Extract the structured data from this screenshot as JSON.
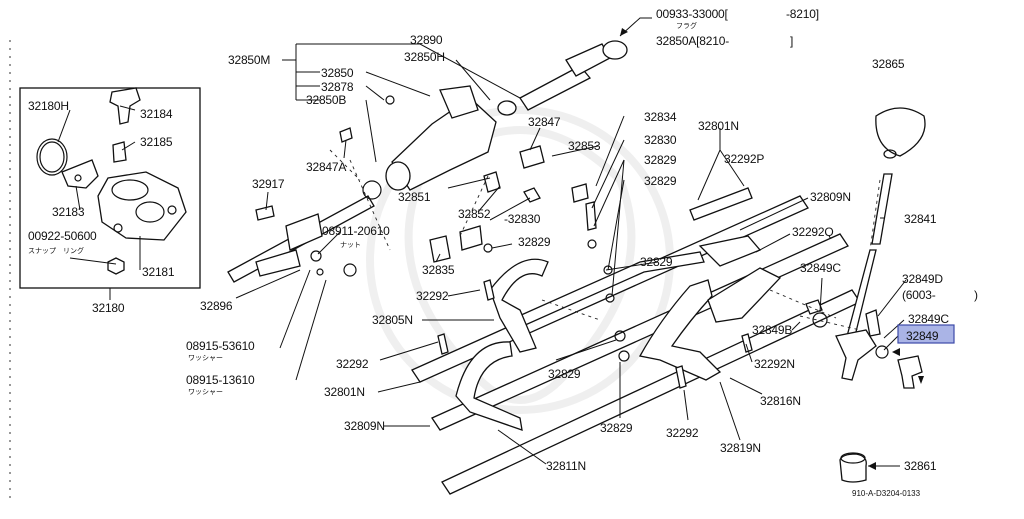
{
  "diagram": {
    "footer_code": "910-A-D3204-0133",
    "highlight_color": "#aab4e6",
    "labels": {
      "p00933": "00933-33000[",
      "p00933r": "-8210]",
      "p00933jp": "フラグ",
      "p32850A": "32850A[8210-",
      "p32850Ar": "]",
      "p32890": "32890",
      "p32850M": "32850M",
      "p32850H": "32850H",
      "p32850": "32850",
      "p32878": "32878",
      "p32850B": "32850B",
      "p32180H": "32180H",
      "p32184": "32184",
      "p32185": "32185",
      "p32183": "32183",
      "p00922": "00922-50600",
      "p00922jp": "スナップ　リング",
      "p32181": "32181",
      "p32180": "32180",
      "p32847": "32847",
      "p32847A": "32847A",
      "p32853": "32853",
      "p32834": "32834",
      "p32830a": "32830",
      "p32829a": "32829",
      "p32829b": "32829",
      "p32801Na": "32801N",
      "p32292P": "32292P",
      "p32865": "32865",
      "p32917": "32917",
      "p32851": "32851",
      "p32852": "32852",
      "p32830b": "-32830",
      "p32809Na": "32809N",
      "p32841": "32841",
      "p08911": "08911-20610",
      "p08911jp": "ナット",
      "p32829c": "32829",
      "p32292Q": "32292Q",
      "p32835": "32835",
      "p32829d": "32829",
      "p32849Ca": "32849C",
      "p32849D": "32849D",
      "p32849Dr": "(6003-",
      "p32849Drr": ")",
      "p32896": "32896",
      "p32292a": "32292",
      "p32805N": "32805N",
      "p32849Cb": "32849C",
      "p32849B": "32849B",
      "p32849": "32849",
      "p08915a": "08915-53610",
      "p08915ajp": "ワッシャー",
      "p32292b": "32292",
      "p32292N": "32292N",
      "p08915b": "08915-13610",
      "p08915bjp": "ワッシャー",
      "p32829e": "32829",
      "p32816N": "32816N",
      "p32801Nb": "32801N",
      "p32809Nb": "32809N",
      "p32829f": "32829",
      "p32292c": "32292",
      "p32819N": "32819N",
      "p32811N": "32811N",
      "p32861": "32861"
    }
  }
}
